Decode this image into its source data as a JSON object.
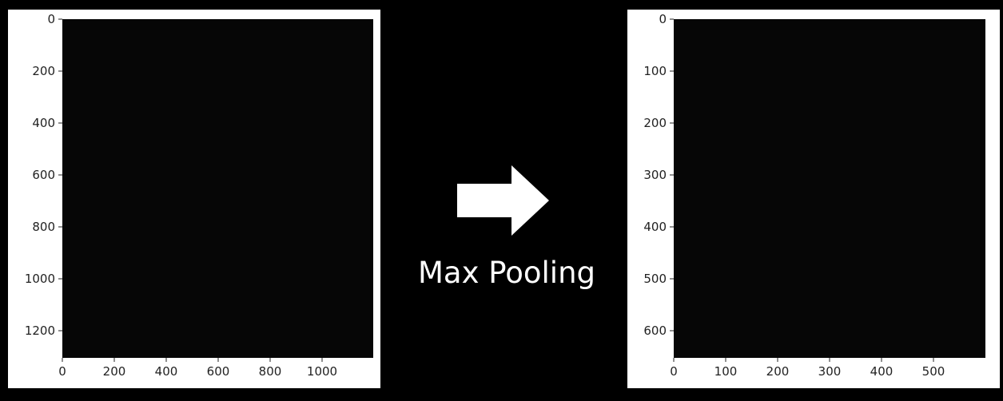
{
  "caption": "Max Pooling",
  "colors": {
    "background": "#000000",
    "plot_bg": "#060606",
    "chalk": "#9a9a9a",
    "edge": "#cfcfcf"
  },
  "left_plot": {
    "xticks": [
      "0",
      "200",
      "400",
      "600",
      "800",
      "1000"
    ],
    "yticks": [
      "0",
      "200",
      "400",
      "600",
      "800",
      "1000",
      "1200"
    ]
  },
  "right_plot": {
    "xticks": [
      "0",
      "100",
      "200",
      "300",
      "400",
      "500"
    ],
    "yticks": [
      "0",
      "100",
      "200",
      "300",
      "400",
      "500",
      "600"
    ]
  },
  "arrow": {
    "icon": "right-arrow-icon",
    "color": "#ffffff"
  }
}
